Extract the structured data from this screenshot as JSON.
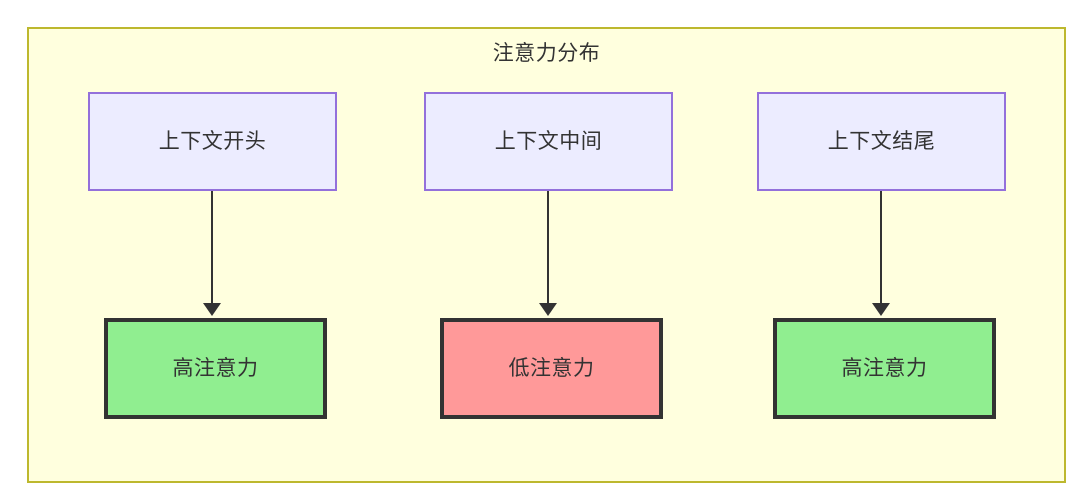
{
  "diagram": {
    "title": "注意力分布",
    "background_color": "#ffffde",
    "border_color": "#bdb82e",
    "context_fill": "#ececff",
    "context_border": "#9370db",
    "high_fill": "#90ee90",
    "low_fill": "#ff9999",
    "node_border": "#333333",
    "text_color": "#333333",
    "columns": [
      {
        "context_label": "上下文开头",
        "attention_label": "高注意力",
        "attention_level": "high"
      },
      {
        "context_label": "上下文中间",
        "attention_label": "低注意力",
        "attention_level": "low"
      },
      {
        "context_label": "上下文结尾",
        "attention_label": "高注意力",
        "attention_level": "high"
      }
    ]
  }
}
